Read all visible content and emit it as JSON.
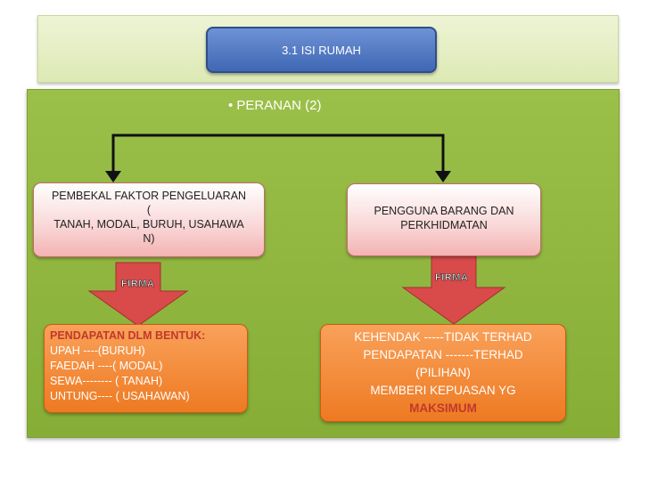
{
  "title": "3.1 ISI RUMAH",
  "subtitle": "• PERANAN (2)",
  "left_top": {
    "line1": "PEMBEKAL FAKTOR PENGELUARAN",
    "line2": "(",
    "line3": "TANAH, MODAL, BURUH, USAHAWA",
    "line4": "N)"
  },
  "right_top": {
    "line1": "PENGGUNA BARANG DAN",
    "line2": "PERKHIDMATAN"
  },
  "arrow_label_left": "FIRMA",
  "arrow_label_right": "FIRMA",
  "left_bottom": {
    "heading": "PENDAPATAN DLM BENTUK:",
    "lines": [
      "UPAH ----(BURUH)",
      "FAEDAH ----( MODAL)",
      "SEWA-------- ( TANAH)",
      "UNTUNG---- ( USAHAWAN)"
    ]
  },
  "right_bottom": {
    "lines": [
      "KEHENDAK -----TIDAK TERHAD",
      "PENDAPATAN -------TERHAD",
      "(PILIHAN)",
      "MEMBERI KEPUASAN  YG"
    ],
    "emphasis": "MAKSIMUM"
  },
  "colors": {
    "title_bg": "#4a72bd",
    "panel": "#92b83f",
    "orange": "#f08a35",
    "pink": "#f7c6c6",
    "arrow": "#d94a4a",
    "heading_red": "#c0392b",
    "emphasis_red": "#c0392b"
  }
}
